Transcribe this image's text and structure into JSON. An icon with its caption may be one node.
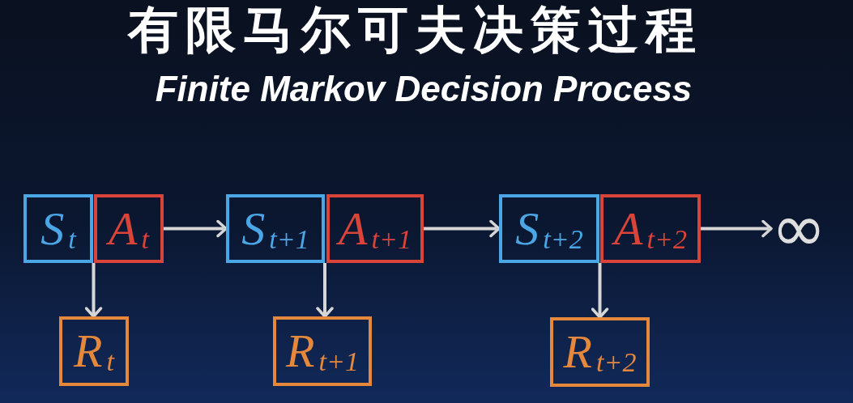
{
  "diagram": {
    "title": "有限马尔可夫决策过程",
    "nodes": [
      {
        "text": [
          "S$_{t}$"
        ]
      },
      {
        "text": [
          "A$_{t}$"
        ]
      },
      {
        "text": [
          "S$_{t+1}$"
        ]
      },
      {
        "text": [
          "A$_{t+1}$"
        ]
      },
      {
        "text": [
          "S$_{t+2}$"
        ]
      },
      {
        "text": [
          "A$_{t+2}$"
        ]
      },
      {
        "text": [
          "∞"
        ]
      },
      {
        "text": [
          "R$_{t}$"
        ]
      },
      {
        "text": [
          "R$_{t+1}$"
        ]
      },
      {
        "text": [
          "R$_{t+2}$"
        ]
      }
    ],
    "edges": [
      {
        "from": 1,
        "to": 2,
        "arrow": "to"
      },
      {
        "from": 3,
        "to": 4,
        "arrow": "to"
      },
      {
        "from": 5,
        "to": 6,
        "arrow": "to"
      },
      {
        "from": 0,
        "to": 7,
        "arrow": "to"
      },
      {
        "from": 1,
        "to": 7,
        "arrow": "to"
      },
      {
        "from": 2,
        "to": 8,
        "arrow": "to"
      },
      {
        "from": 3,
        "to": 8,
        "arrow": "to"
      },
      {
        "from": 4,
        "to": 9,
        "arrow": "to"
      },
      {
        "from": 5,
        "to": 9,
        "arrow": "to"
      }
    ],
    "labels": [
      "Finite Markov Decision Process"
    ]
  }
}
